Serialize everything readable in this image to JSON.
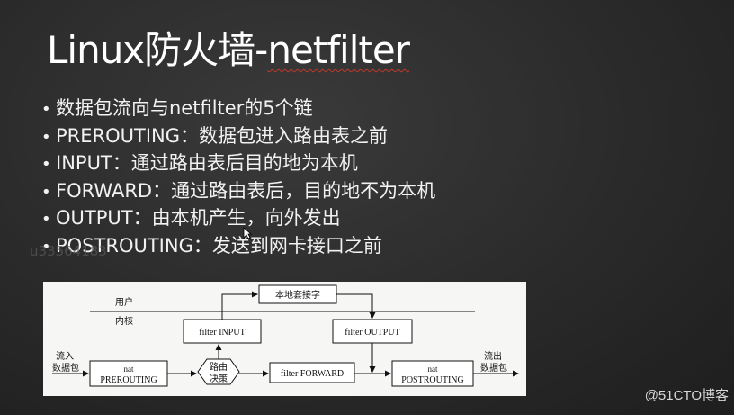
{
  "slide": {
    "title_prefix": "Linux防火墙-",
    "title_suffix": "netfilter",
    "bullets": [
      "数据包流向与netfilter的5个链",
      "PREROUTING：数据包进入路由表之前",
      "INPUT：通过路由表后目的地为本机",
      "FORWARD：通过路由表后，目的地不为本机",
      "OUTPUT：由本机产生，向外发出",
      "POSTROUTING：发送到网卡接口之前"
    ],
    "watermark": "u33564183",
    "brand": "@51CTO博客"
  },
  "diagram": {
    "user_label": "用户",
    "kernel_label": "内核",
    "local_socket": "本地套接字",
    "filter_input": "filter INPUT",
    "filter_output": "filter OUTPUT",
    "routing_l1": "路由",
    "routing_l2": "决策",
    "filter_forward": "filter FORWARD",
    "nat_pre_l1": "nat",
    "nat_pre_l2": "PREROUTING",
    "nat_post_l1": "nat",
    "nat_post_l2": "POSTROUTING",
    "in_l1": "流入",
    "in_l2": "数据包",
    "out_l1": "流出",
    "out_l2": "数据包"
  }
}
